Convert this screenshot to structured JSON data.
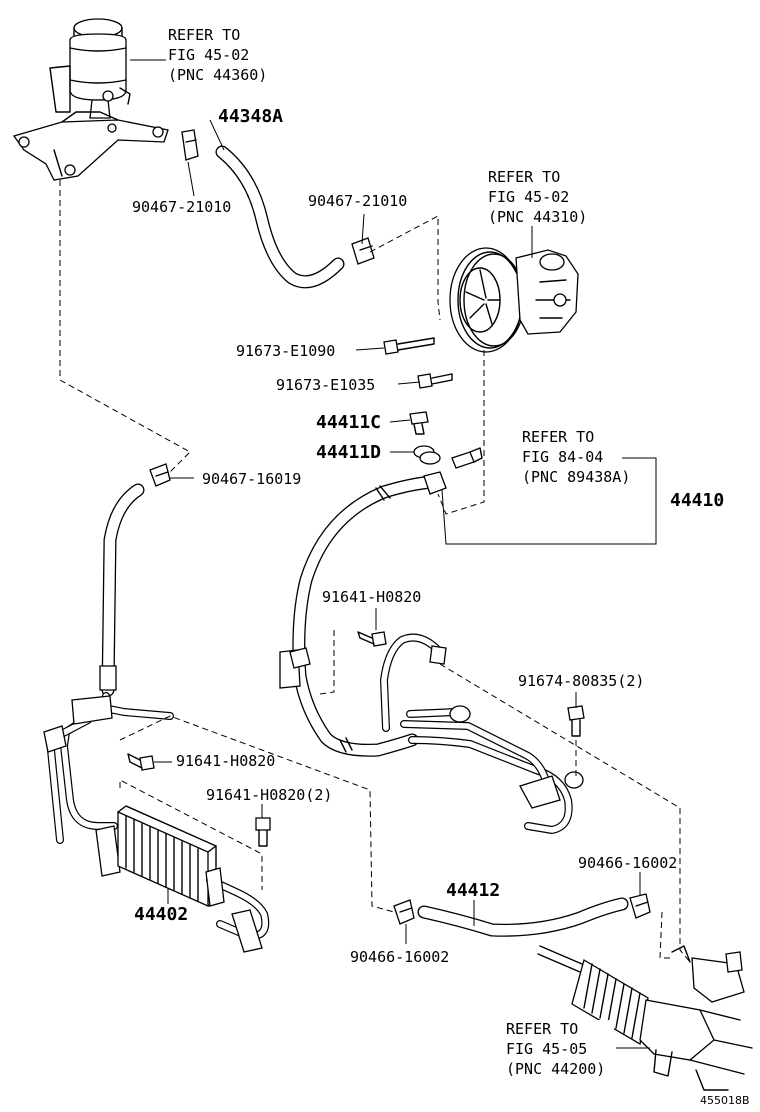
{
  "diagram": {
    "refs": {
      "reservoir": {
        "line1": "REFER TO",
        "line2": "FIG 45-02",
        "line3": "(PNC 44360)"
      },
      "pump": {
        "line1": "REFER TO",
        "line2": "FIG 45-02",
        "line3": "(PNC 44310)"
      },
      "pressure_switch": {
        "line1": "REFER TO",
        "line2": "FIG 84-04",
        "line3": "(PNC 89438A)"
      },
      "gear": {
        "line1": "REFER TO",
        "line2": "FIG 45-05",
        "line3": "(PNC 44200)"
      }
    },
    "parts": {
      "p44348a": "44348A",
      "clamp_90467_21010_a": "90467-21010",
      "clamp_90467_21010_b": "90467-21010",
      "bolt_91673_e1090": "91673-E1090",
      "bolt_91673_e1035": "91673-E1035",
      "p44411c": "44411C",
      "p44411d": "44411D",
      "clamp_90467_16019": "90467-16019",
      "p44410": "44410",
      "bolt_91641_h0820_a": "91641-H0820",
      "bolt_91674_80835": "91674-80835(2)",
      "bolt_91641_h0820_b": "91641-H0820",
      "bolt_91641_h0820_c": "91641-H0820(2)",
      "clamp_90466_16002_a": "90466-16002",
      "p44412": "44412",
      "p44402": "44402",
      "clamp_90466_16002_b": "90466-16002"
    },
    "figure_id": "455018B"
  }
}
